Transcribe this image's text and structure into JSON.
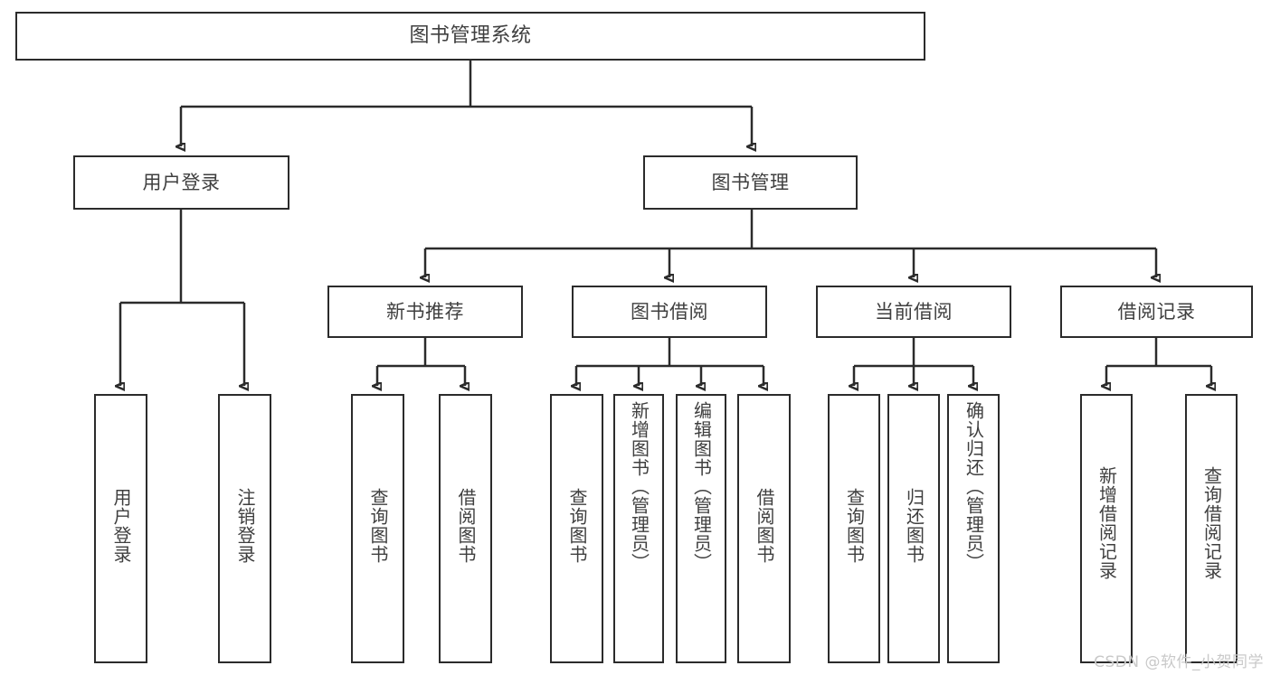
{
  "diagram": {
    "title": "图书管理系统",
    "type": "hierarchy-tree",
    "watermark": "CSDN @软件_小贺同学",
    "colors": {
      "border": "#2b2b2b",
      "text": "#3f3f3f",
      "background": "#ffffff",
      "watermark": "#c9c9c9"
    }
  },
  "root": {
    "label": "图书管理系统"
  },
  "level1": [
    {
      "label": "用户登录"
    },
    {
      "label": "图书管理"
    }
  ],
  "level2": [
    {
      "label": "新书推荐"
    },
    {
      "label": "图书借阅"
    },
    {
      "label": "当前借阅"
    },
    {
      "label": "借阅记录"
    }
  ],
  "leaves": {
    "user_login": [
      {
        "label": "用户登录"
      },
      {
        "label": "注销登录"
      }
    ],
    "new_book": [
      {
        "label": "查询图书"
      },
      {
        "label": "借阅图书"
      }
    ],
    "borrow_book": [
      {
        "label": "查询图书"
      },
      {
        "label": "新增图书（管理员）"
      },
      {
        "label": "编辑图书（管理员）"
      },
      {
        "label": "借阅图书"
      }
    ],
    "current_borrow": [
      {
        "label": "查询图书"
      },
      {
        "label": "归还图书"
      },
      {
        "label": "确认归还（管理员）"
      }
    ],
    "borrow_record": [
      {
        "label": "新增借阅记录"
      },
      {
        "label": "查询借阅记录"
      }
    ]
  }
}
